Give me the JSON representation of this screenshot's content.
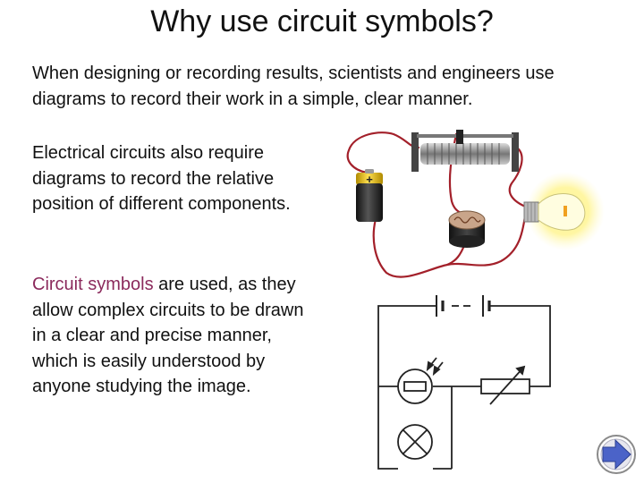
{
  "slide": {
    "title": "Why use circuit symbols?",
    "paragraph1": "When designing or recording results, scientists and engineers use diagrams to record their work in a simple, clear manner.",
    "paragraph2": "Electrical circuits also require diagrams to record the relative position of different components.",
    "paragraph3_highlight": "Circuit symbols",
    "paragraph3_rest": " are used, as they allow complex circuits to be drawn in a clear and precise manner, which is easily understood by anyone studying the image."
  },
  "illustration": {
    "battery_sign": "+"
  },
  "colors": {
    "highlight": "#8b2a5c",
    "wire": "#a3202a",
    "battery_top": "#e8c020",
    "nav_button": "#4b63c8"
  },
  "icons": {
    "next_button": "arrow-right-icon"
  }
}
